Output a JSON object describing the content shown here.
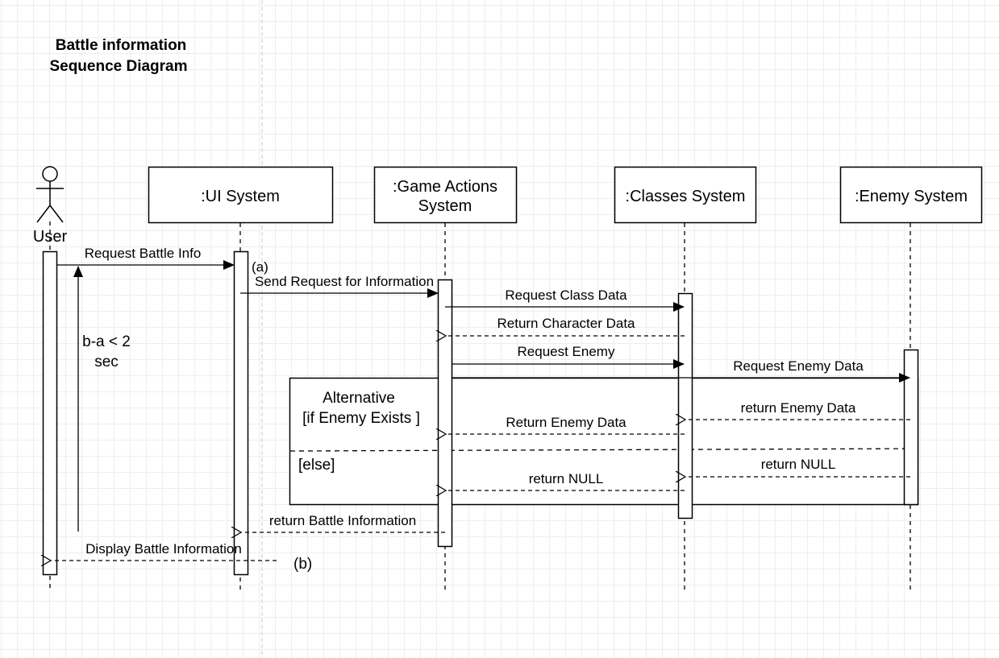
{
  "title": [
    "Battle information",
    "Sequence Diagram"
  ],
  "lifelines": {
    "user": "User",
    "ui": ":UI System",
    "game": [
      ":Game Actions",
      "System"
    ],
    "classes": ":Classes System",
    "enemy": ":Enemy System"
  },
  "messages": {
    "m1": "Request Battle Info",
    "m2": "Send Request for Information",
    "m3": "Request Class Data",
    "m4": "Return Character Data",
    "m5": "Request Enemy",
    "m6": "Request Enemy Data",
    "m7": "return Enemy Data",
    "m8": "Return Enemy Data",
    "m9": "return NULL",
    "m10": "return NULL",
    "m11": "return Battle Information",
    "m12": "Display Battle Information"
  },
  "fragment": {
    "label": "Alternative",
    "guard": "[if Enemy Exists ]",
    "else_guard": "[else]"
  },
  "annotations": {
    "a": "(a)",
    "b": "(b)",
    "constraint": [
      "b-a < 2",
      "sec"
    ]
  }
}
